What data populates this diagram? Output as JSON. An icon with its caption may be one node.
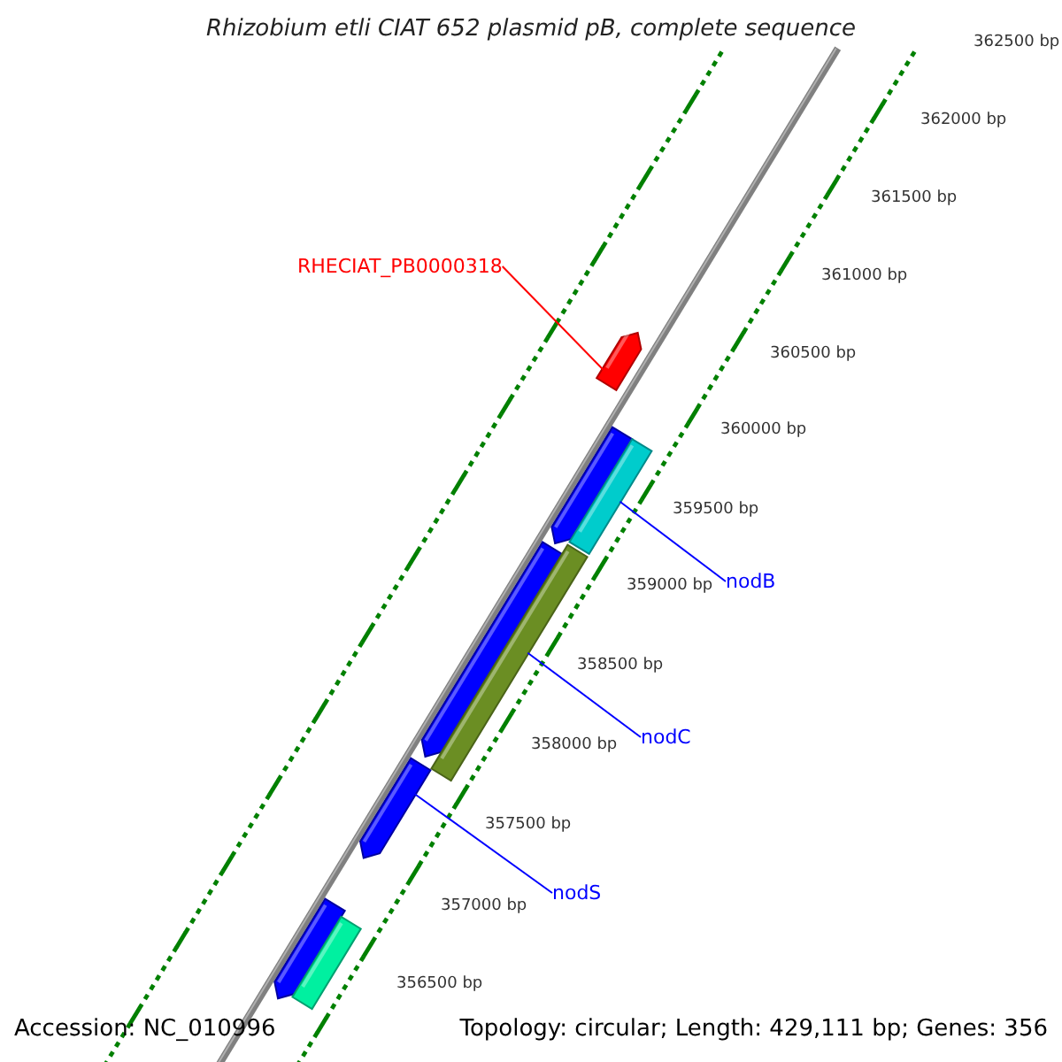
{
  "diagram": {
    "title": "Rhizobium etli CIAT 652 plasmid pB, complete sequence",
    "nodes": [
      {
        "text": [
          "RHECIAT_PB0000318"
        ]
      },
      {
        "text": [],
        "shape": "arrow"
      },
      {
        "text": [],
        "shape": "arrow"
      },
      {
        "text": [],
        "shape": "bar"
      },
      {
        "text": [
          "nodB"
        ]
      },
      {
        "text": [],
        "shape": "arrow"
      },
      {
        "text": [],
        "shape": "bar"
      },
      {
        "text": [
          "nodC"
        ]
      },
      {
        "text": [],
        "shape": "arrow"
      },
      {
        "text": [
          "nodS"
        ]
      },
      {
        "text": [],
        "shape": "arrow"
      },
      {
        "text": [],
        "shape": "bar"
      }
    ],
    "edges": [
      {
        "from": 0,
        "to": 1,
        "arrow": "none",
        "color": "#ff0000"
      },
      {
        "from": 4,
        "to": 3,
        "arrow": "none"
      },
      {
        "from": 7,
        "to": 6,
        "arrow": "none"
      },
      {
        "from": 9,
        "to": 8,
        "arrow": "none"
      }
    ],
    "labels": [
      "362500 bp",
      "362000 bp",
      "361500 bp",
      "361000 bp",
      "360500 bp",
      "360000 bp",
      "359500 bp",
      "359000 bp",
      "358500 bp",
      "358000 bp",
      "357500 bp",
      "357000 bp",
      "356500 bp",
      "Accession: NC_010996",
      "Topology: circular; Length: 429,111 bp; Genes: 356"
    ]
  }
}
